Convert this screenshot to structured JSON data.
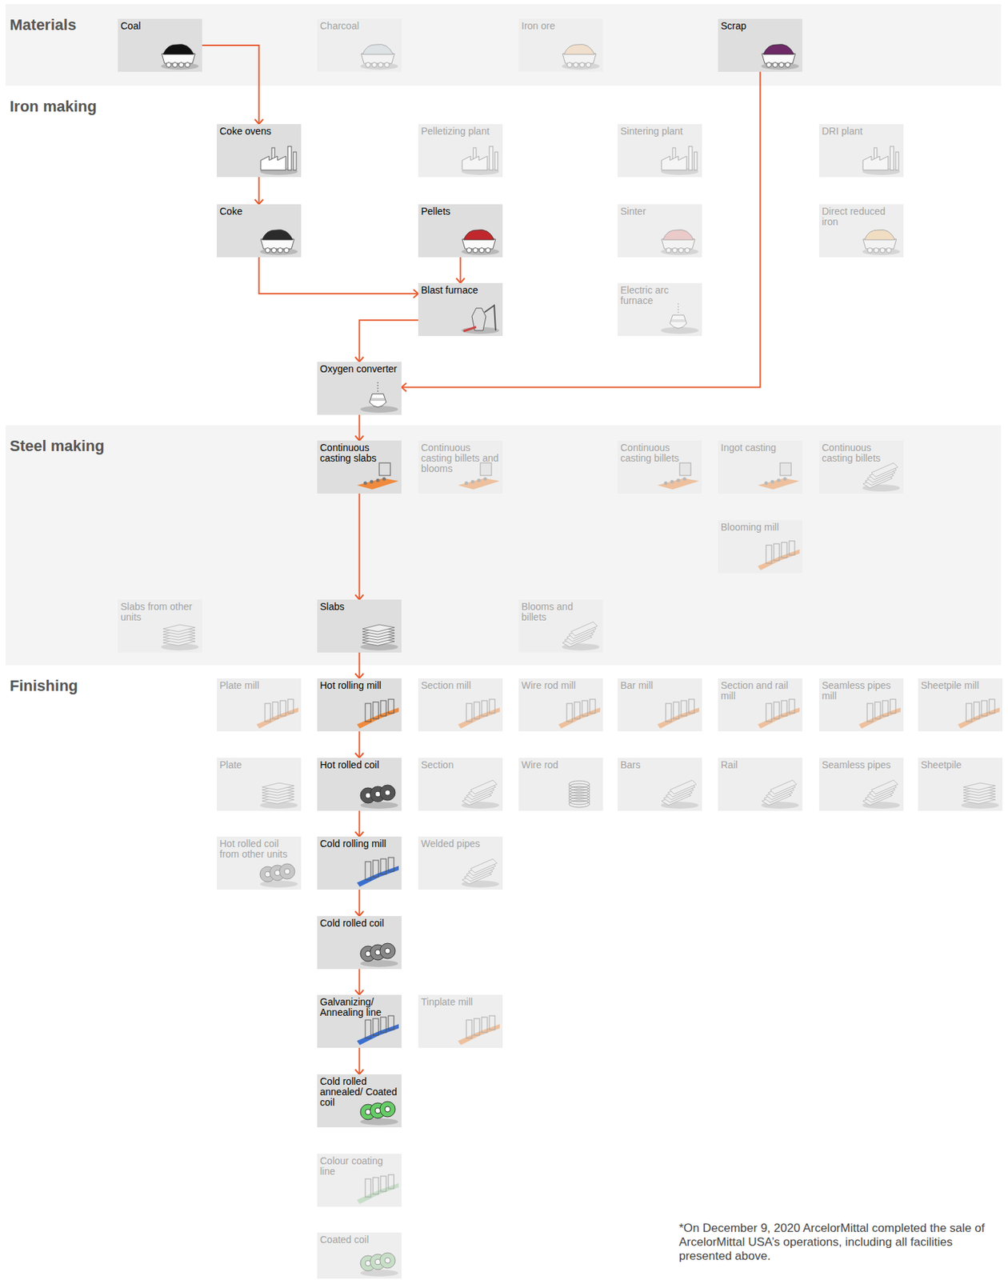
{
  "diagram": {
    "nodes": [
      {
        "text": [
          "Materials"
        ]
      },
      {
        "text": [
          "Coal"
        ],
        "in": 0
      },
      {
        "text": [
          "Charcoal"
        ],
        "in": 0
      },
      {
        "text": [
          "Iron ore"
        ],
        "in": 0
      },
      {
        "text": [
          "Scrap"
        ],
        "in": 0
      },
      {
        "text": [
          "Coke ovens"
        ]
      },
      {
        "text": [
          "Pelletizing plant"
        ]
      },
      {
        "text": [
          "Sintering plant"
        ]
      },
      {
        "text": [
          "DRI plant"
        ]
      },
      {
        "text": [
          "Coke"
        ]
      },
      {
        "text": [
          "Pellets"
        ]
      },
      {
        "text": [
          "Sinter"
        ]
      },
      {
        "text": [
          "Direct reduced iron"
        ]
      },
      {
        "text": [
          "Blast furnace"
        ]
      },
      {
        "text": [
          "Electric arc furnace"
        ]
      },
      {
        "text": [
          "Oxygen converter"
        ]
      },
      {
        "text": [
          "Steel making"
        ]
      },
      {
        "text": [
          "Continuous casting slabs"
        ],
        "in": 16
      },
      {
        "text": [
          "Continuous casting billets and blooms"
        ],
        "in": 16
      },
      {
        "text": [
          "Continuous casting billets"
        ],
        "in": 16
      },
      {
        "text": [
          "Ingot casting"
        ],
        "in": 16
      },
      {
        "text": [
          "Continuous casting billets"
        ],
        "in": 16
      },
      {
        "text": [
          "Blooming mill"
        ],
        "in": 16
      },
      {
        "text": [
          "Slabs from other units"
        ],
        "in": 16
      },
      {
        "text": [
          "Slabs"
        ],
        "in": 16
      },
      {
        "text": [
          "Blooms and billets"
        ],
        "in": 16
      },
      {
        "text": [
          "Plate mill"
        ]
      },
      {
        "text": [
          "Hot rolling mill"
        ]
      },
      {
        "text": [
          "Section mill"
        ]
      },
      {
        "text": [
          "Wire rod mill"
        ]
      },
      {
        "text": [
          "Bar mill"
        ]
      },
      {
        "text": [
          "Section and rail mill"
        ]
      },
      {
        "text": [
          "Seamless pipes mill"
        ]
      },
      {
        "text": [
          "Sheetpile mill"
        ]
      },
      {
        "text": [
          "Plate"
        ]
      },
      {
        "text": [
          "Hot rolled coil"
        ]
      },
      {
        "text": [
          "Section"
        ]
      },
      {
        "text": [
          "Wire rod"
        ]
      },
      {
        "text": [
          "Bars"
        ]
      },
      {
        "text": [
          "Rail"
        ]
      },
      {
        "text": [
          "Seamless pipes"
        ]
      },
      {
        "text": [
          "Sheetpile"
        ]
      },
      {
        "text": [
          "Hot rolled coil from other units"
        ]
      },
      {
        "text": [
          "Cold rolling mill"
        ]
      },
      {
        "text": [
          "Welded pipes"
        ]
      },
      {
        "text": [
          "Cold rolled coil"
        ]
      },
      {
        "text": [
          "Galvanizing/ Annealing line"
        ]
      },
      {
        "text": [
          "Tinplate mill"
        ]
      },
      {
        "text": [
          "Cold rolled annealed/ Coated coil"
        ]
      },
      {
        "text": [
          "Colour coating line"
        ]
      },
      {
        "text": [
          "Coated coil"
        ]
      }
    ],
    "edges": [
      {
        "from": 1,
        "to": 5,
        "arrow": "to"
      },
      {
        "from": 5,
        "to": 9,
        "arrow": "to"
      },
      {
        "from": 9,
        "to": 13,
        "arrow": "to"
      },
      {
        "from": 10,
        "to": 13,
        "arrow": "to"
      },
      {
        "from": 13,
        "to": 15,
        "arrow": "to"
      },
      {
        "from": 4,
        "to": 15,
        "arrow": "to"
      },
      {
        "from": 15,
        "to": 17,
        "arrow": "to"
      },
      {
        "from": 17,
        "to": 24,
        "arrow": "to"
      },
      {
        "from": 24,
        "to": 27,
        "arrow": "to"
      },
      {
        "from": 27,
        "to": 35,
        "arrow": "to"
      },
      {
        "from": 35,
        "to": 43,
        "arrow": "to"
      },
      {
        "from": 43,
        "to": 45,
        "arrow": "to"
      },
      {
        "from": 45,
        "to": 46,
        "arrow": "to"
      },
      {
        "from": 46,
        "to": 48,
        "arrow": "to"
      }
    ],
    "labels": [
      "Iron making",
      "Finishing",
      "*On December 9, 2020 ArcelorMittal completed the sale of ArcelorMittal USA’s operations, including all facilities presented above."
    ]
  }
}
